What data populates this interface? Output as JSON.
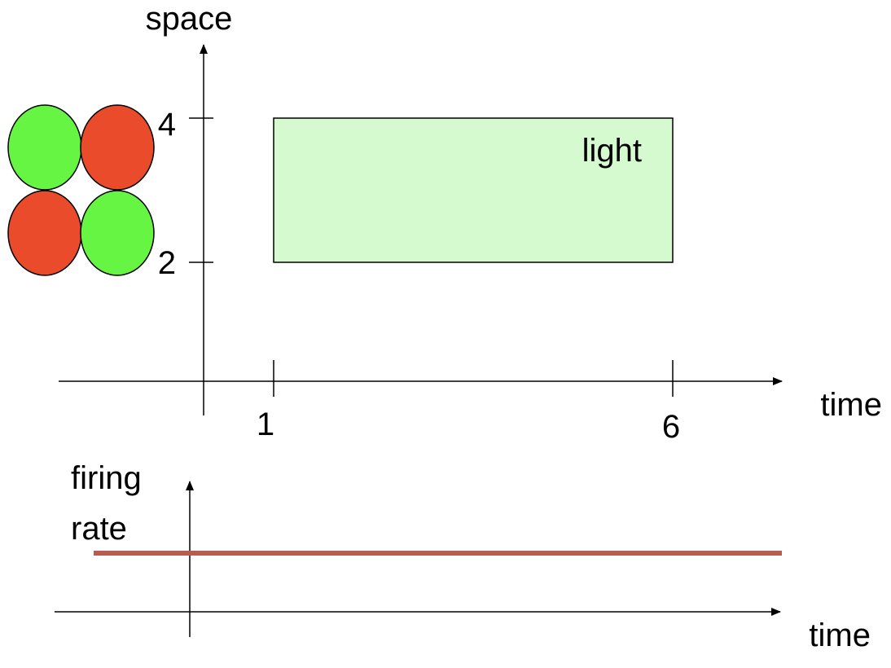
{
  "top_plot": {
    "y_axis_label": "space",
    "x_axis_label": "time",
    "y_ticks": [
      "4",
      "2"
    ],
    "x_ticks": [
      "1",
      "6"
    ],
    "light_label": "light",
    "light_fill": "#d6fad0",
    "light_stimulus": {
      "time_start": 1,
      "time_end": 6,
      "space_start": 2,
      "space_end": 4
    }
  },
  "receptive_field": {
    "cells": [
      {
        "position": "top-left",
        "color": "#66f542"
      },
      {
        "position": "top-right",
        "color": "#ea4b2b"
      },
      {
        "position": "bottom-left",
        "color": "#ea4b2b"
      },
      {
        "position": "bottom-right",
        "color": "#66f542"
      }
    ]
  },
  "bottom_plot": {
    "y_axis_label_line1": "firing",
    "y_axis_label_line2": "rate",
    "x_axis_label": "time",
    "firing_rate_color": "#b85c52",
    "firing_rate": "constant"
  }
}
